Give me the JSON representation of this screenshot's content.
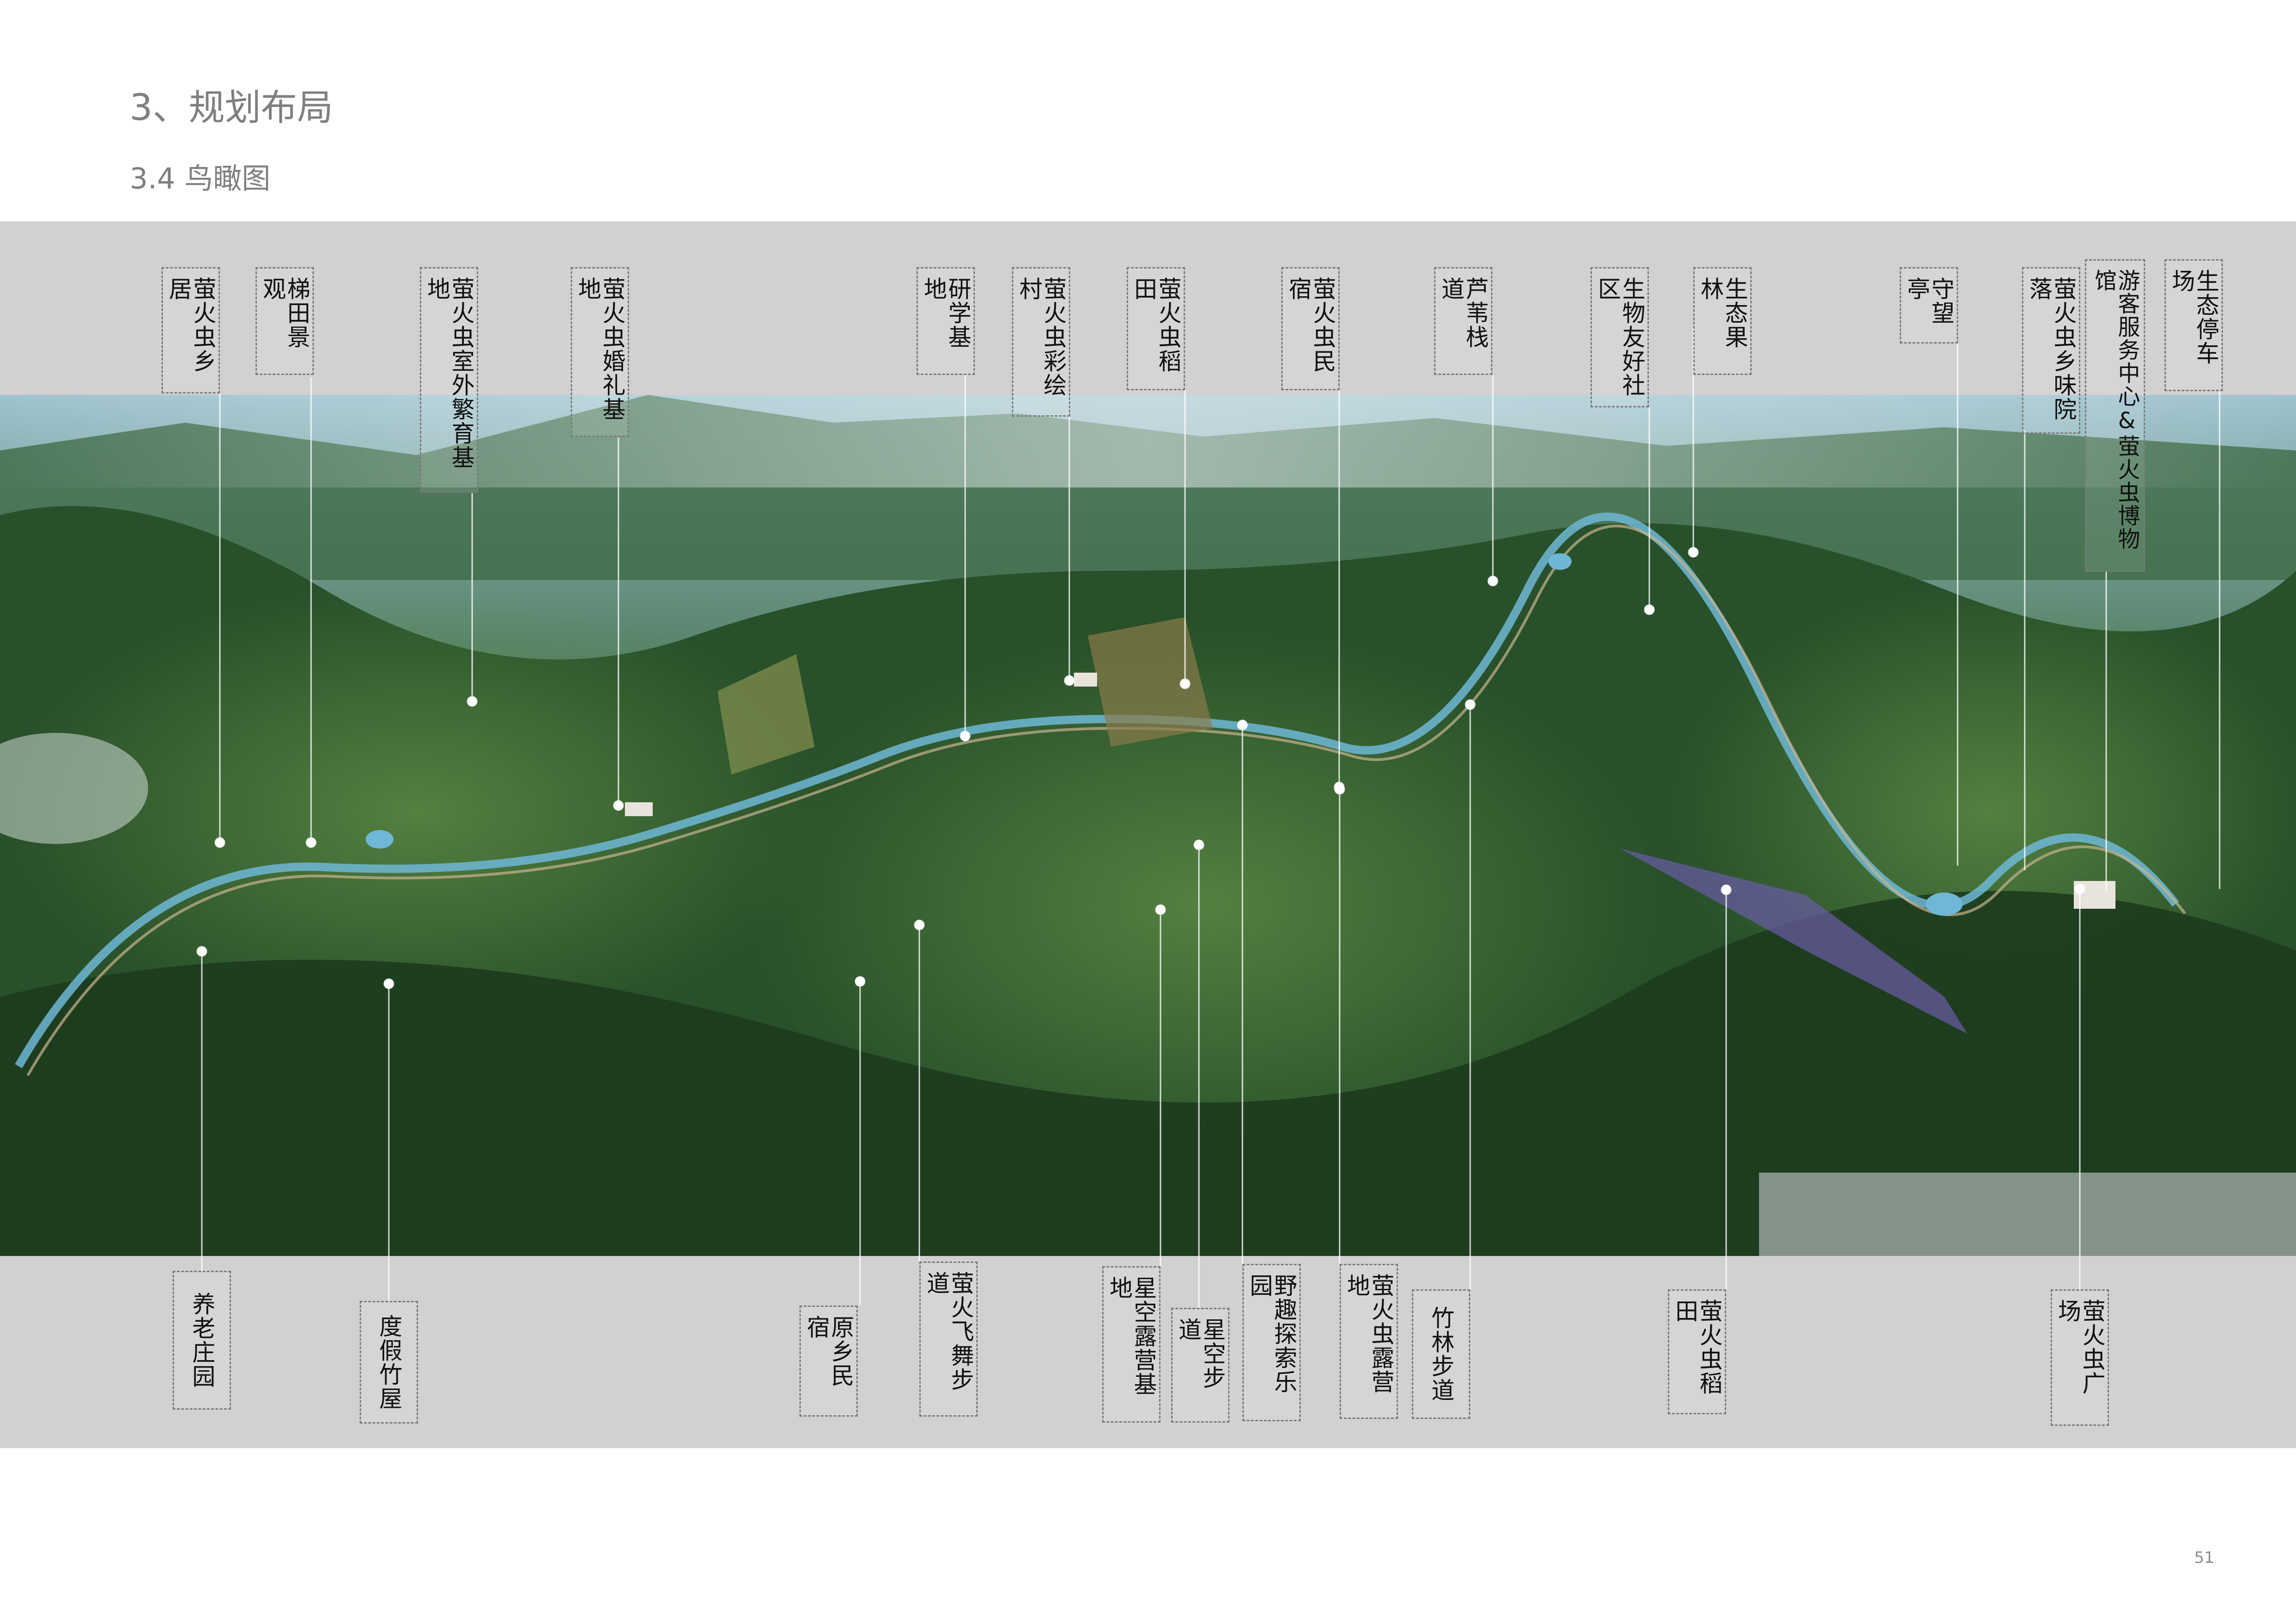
{
  "header": {
    "section_title": "3、规划布局",
    "subsection_title": "3.4 鸟瞰图"
  },
  "top_labels": [
    "萤火虫乡居",
    "梯田景观",
    "萤火虫室外繁育基地",
    "萤火虫婚礼基地",
    "研学基地",
    "萤火虫彩绘村",
    "萤火虫稻田",
    "萤火虫民宿",
    "芦苇栈道",
    "生物友好社区",
    "生态果林",
    "守望亭",
    "萤火虫乡味院落",
    "游客服务中心&萤火虫博物馆",
    "生态停车场"
  ],
  "bottom_labels": [
    "养老庄园",
    "度假竹屋",
    "原乡民宿",
    "萤火飞舞步道",
    "星空露营基地",
    "星空步道",
    "野趣探索乐园",
    "萤火虫露营地",
    "竹林步道",
    "萤火虫稻田",
    "萤火虫广场"
  ],
  "footer": {
    "page_number": "51"
  },
  "colors": {
    "band": "#d2d0d1",
    "heading": "#7f7f7f",
    "forest_dark": "#1f3d1f",
    "forest_light": "#4e7a3a",
    "river": "#6fb7d6"
  }
}
